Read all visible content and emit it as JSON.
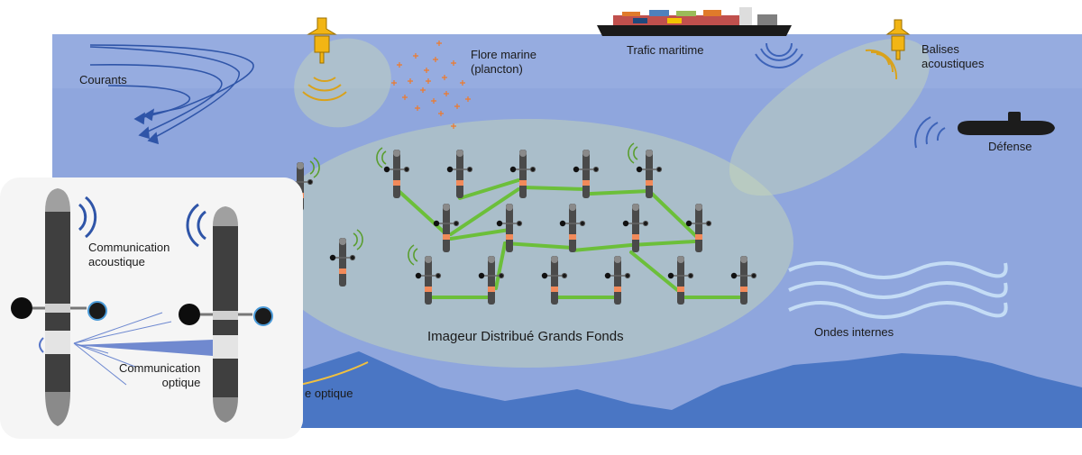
{
  "labels": {
    "currents": "Courants",
    "marine_flora": "Flore marine",
    "marine_flora_sub": "(plancton)",
    "maritime_traffic": "Trafic maritime",
    "acoustic_beacons": "Balises",
    "acoustic_beacons_sub": "acoustiques",
    "defense": "Défense",
    "internal_waves": "Ondes internes",
    "imager": "Imageur Distribué Grands Fonds",
    "optical_fragment": "e optique"
  },
  "inset": {
    "acoustic_comm": "Communication",
    "acoustic_comm_sub": "acoustique",
    "optical_comm": "Communication",
    "optical_comm_sub": "optique"
  },
  "colors": {
    "water": "#8fa6dd",
    "seabed": "#4a76c4",
    "link": "#6cbf3a",
    "acoustic_beacon": "#d9a21b",
    "acoustic_wave": "#3d63b8",
    "plankton": "#ee7a2b"
  },
  "icons": [
    "ship-icon",
    "buoy-icon",
    "submarine-icon",
    "sensor-node-icon",
    "current-arrows-icon",
    "internal-waves-icon"
  ]
}
